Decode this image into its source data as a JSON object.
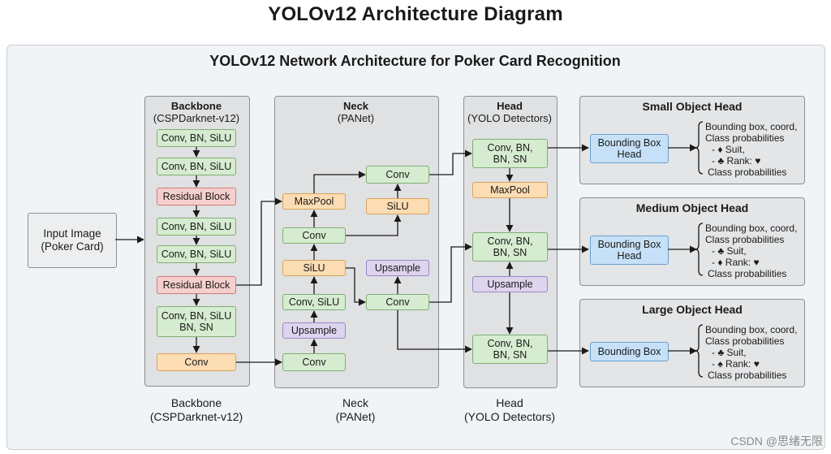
{
  "title": "YOLOv12 Architecture Diagram",
  "subtitle": "YOLOv12 Network Architecture for Poker Card Recognition",
  "input": {
    "line1": "Input Image",
    "line2": "(Poker Card)"
  },
  "backbone": {
    "title": "Backbone",
    "subtitle": "(CSPDarknet-v12)",
    "nodes": [
      "Conv, BN, SiLU",
      "Conv, BN, SiLU",
      "Residual Block",
      "Conv, BN, SiLU",
      "Conv, BN, SiLU",
      "Residual Block",
      "Conv, BN, SiLU",
      "BN, SN",
      "Conv"
    ]
  },
  "neck": {
    "title": "Neck",
    "subtitle": "(PANet)",
    "nodes": {
      "conv_top": "Conv",
      "silu_top": "SiLU",
      "maxpool": "MaxPool",
      "conv_mid": "Conv",
      "silu_mid": "SiLU",
      "upsample_right": "Upsample",
      "conv_silu": "Conv, SiLU",
      "conv_right": "Conv",
      "upsample_left": "Upsample",
      "conv_bottom": "Conv"
    }
  },
  "head": {
    "title": "Head",
    "subtitle": "(YOLO Detectors)",
    "nodes": {
      "det1_l1": "Conv, BN,",
      "det1_l2": "BN, SN",
      "maxpool": "MaxPool",
      "det2_l1": "Conv, BN,",
      "det2_l2": "BN, SN",
      "upsample": "Upsample",
      "det3_l1": "Conv, BN,",
      "det3_l2": "BN, SN"
    }
  },
  "output_heads": [
    {
      "title": "Small Object Head",
      "box_l1": "Bounding Box",
      "box_l2": "Head",
      "out": [
        "Bounding box, coord,",
        "Class probabilities",
        "- ♦ Suit,",
        "- ♣ Rank: ♥",
        "Class probabilities"
      ]
    },
    {
      "title": "Medium Object Head",
      "box_l1": "Bounding Box",
      "box_l2": "Head",
      "out": [
        "Bounding box, coord,",
        "Class probabilities",
        "- ♣ Suit,",
        "- ♦ Rank: ♥",
        "Class probabilities"
      ]
    },
    {
      "title": "Large Object Head",
      "box_l1": "Bounding Box",
      "box_l2": "",
      "out": [
        "Bounding box, coord,",
        "Class probabilities",
        "- ♣ Suit,",
        "- ♠ Rank: ♥",
        "Class probabilities"
      ]
    }
  ],
  "bottom_labels": {
    "backbone_l1": "Backbone",
    "backbone_l2": "(CSPDarknet-v12)",
    "neck_l1": "Neck",
    "neck_l2": "(PANet)",
    "head_l1": "Head",
    "head_l2": "(YOLO Detectors)"
  },
  "watermark": "CSDN @思绪无限"
}
